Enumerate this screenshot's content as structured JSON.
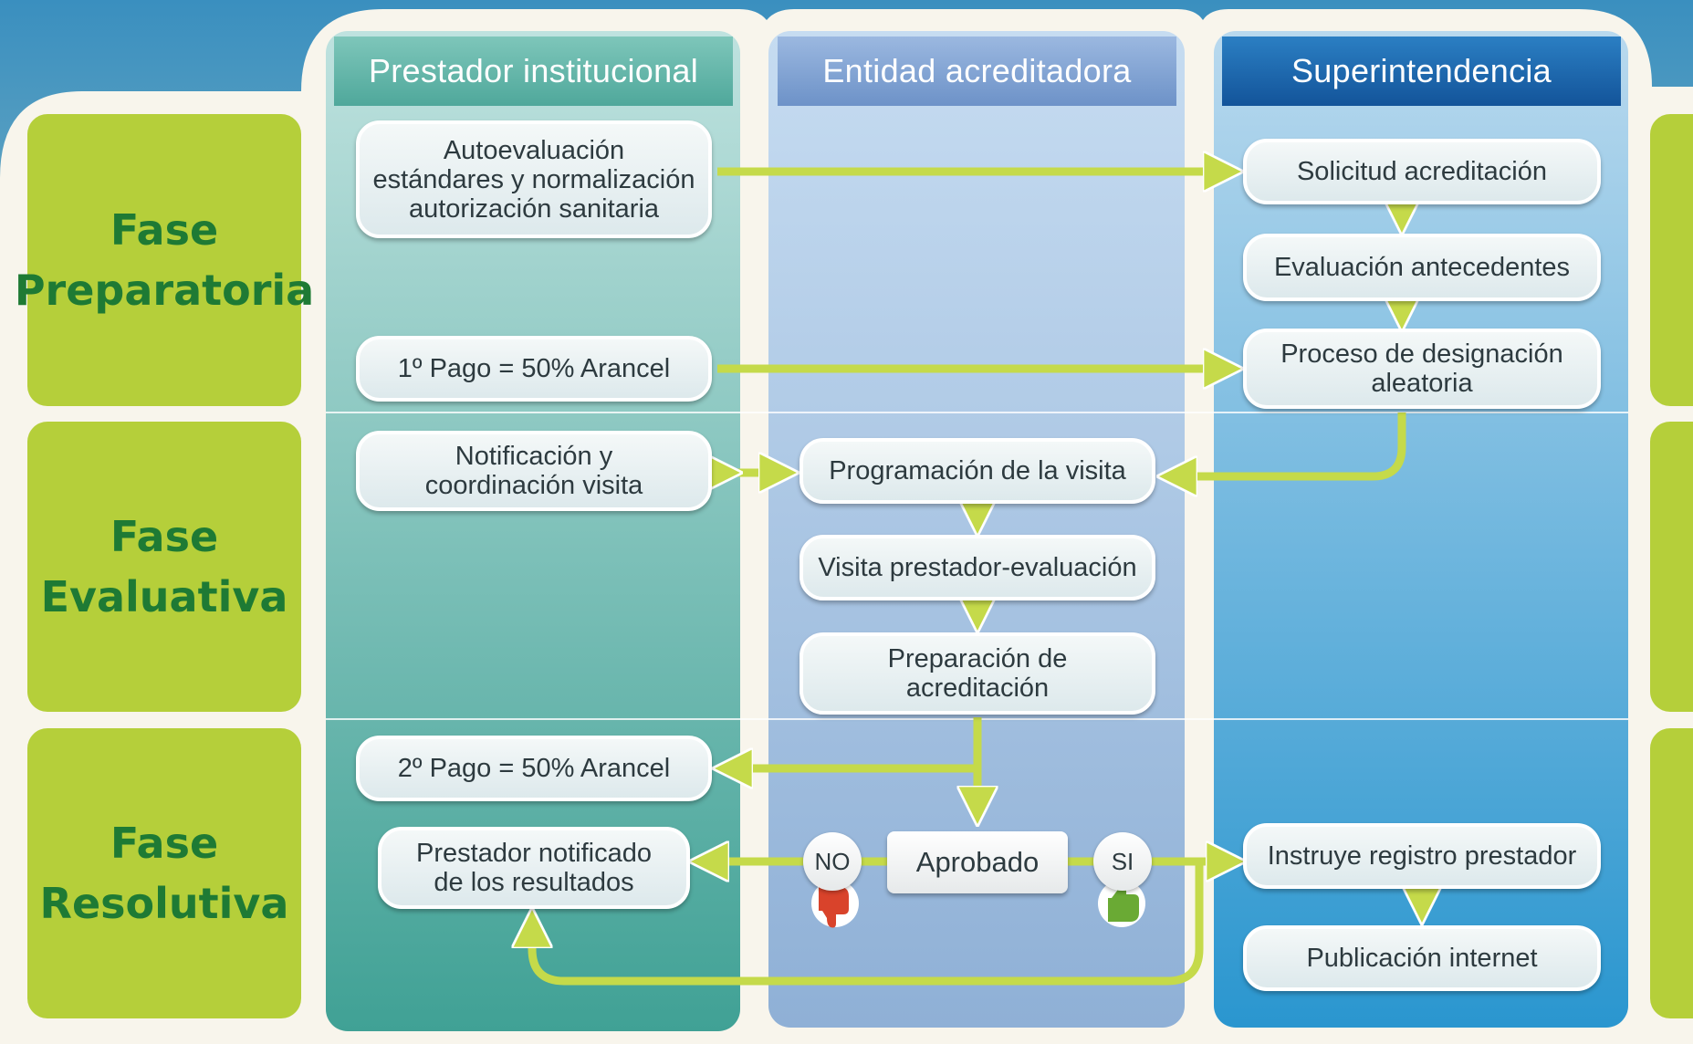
{
  "lanes": {
    "prestador": "Prestador institucional",
    "entidad": "Entidad acreditadora",
    "superintendencia": "Superintendencia"
  },
  "phases": {
    "preparatoria": [
      "Fase",
      "Preparatoria"
    ],
    "evaluativa": [
      "Fase",
      "Evaluativa"
    ],
    "resolutiva": [
      "Fase",
      "Resolutiva"
    ]
  },
  "nodes": {
    "autoevaluacion": [
      "Autoevaluación",
      "estándares y normalización",
      "autorización sanitaria"
    ],
    "pago1": "1º Pago = 50% Arancel",
    "solicitud": "Solicitud acreditación",
    "evaluacion_antecedentes": "Evaluación antecedentes",
    "designacion": [
      "Proceso de designación",
      "aleatoria"
    ],
    "notificacion": [
      "Notificación y",
      "coordinación visita"
    ],
    "programacion": "Programación de la visita",
    "visita": "Visita prestador-evaluación",
    "preparacion": [
      "Preparación de",
      "acreditación"
    ],
    "pago2": "2º Pago = 50% Arancel",
    "notificado": [
      "Prestador notificado",
      "de los resultados"
    ],
    "aprobado": "Aprobado",
    "no": "NO",
    "si": "SI",
    "registro": "Instruye registro prestador",
    "publicacion": "Publicación internet"
  },
  "colors": {
    "phase_green": "#b5cf3a",
    "phase_text": "#1e7a34",
    "arrow_green": "#c5da4a",
    "lane1_header": "#5fb3a6",
    "lane2_header": "#7d9fd0",
    "lane3_header": "#1f6cb0",
    "thumb_down": "#d9432b",
    "thumb_up": "#6aaa34"
  }
}
